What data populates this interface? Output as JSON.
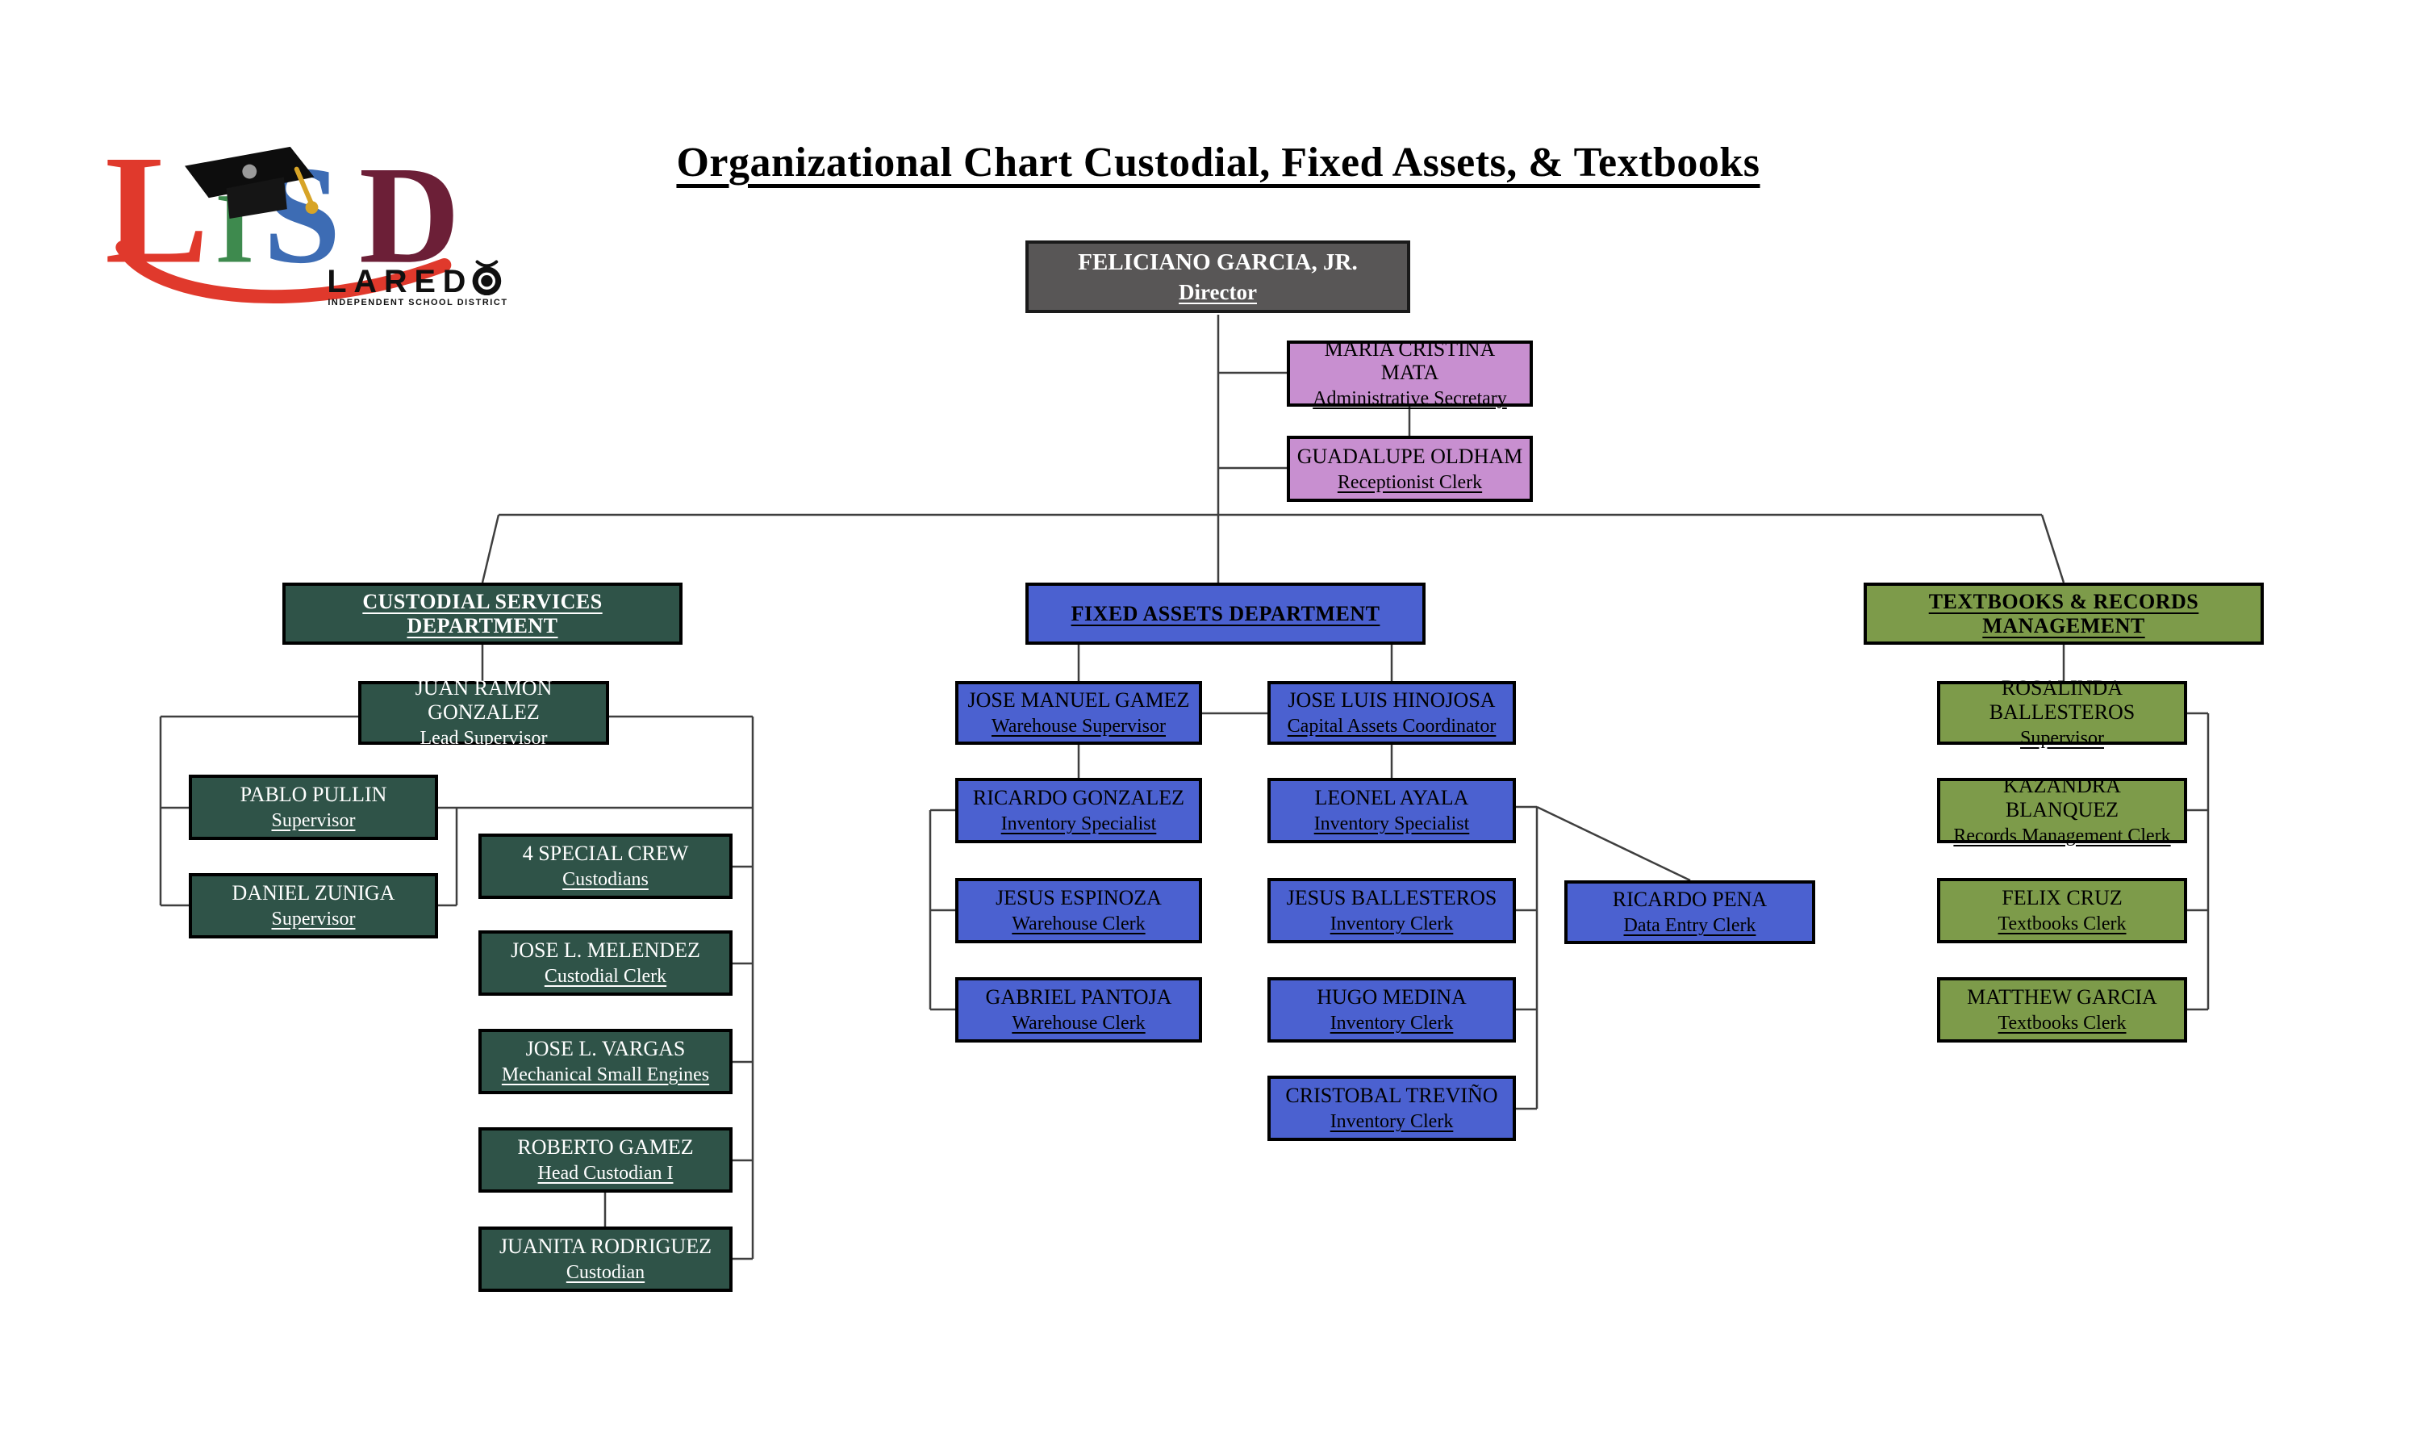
{
  "page_title": "Organizational Chart Custodial, Fixed Assets, & Textbooks",
  "logo": {
    "letters": [
      {
        "ch": "L",
        "color": "#e0392c"
      },
      {
        "ch": "I",
        "color": "#3e8a4e"
      },
      {
        "ch": "S",
        "color": "#3d6cb4"
      },
      {
        "ch": "D",
        "color": "#6c1f37"
      }
    ],
    "wordmark": "LARED",
    "caption": "INDEPENDENT SCHOOL DISTRICT",
    "cap_icon": "graduation-cap",
    "apple_icon": "apple-o"
  },
  "colors": {
    "director_bg": "#585656",
    "secretary_bg": "#c88fd0",
    "custodial_bg": "#2f5348",
    "fixed_assets_bg": "#4b61d0",
    "textbooks_bg": "#7d9b4a",
    "connector_line": "#3f3f3f"
  },
  "departments": {
    "custodial": {
      "label": "CUSTODIAL SERVICES DEPARTMENT"
    },
    "fixed_assets": {
      "label": "FIXED ASSETS DEPARTMENT"
    },
    "textbooks": {
      "label": "TEXTBOOKS & RECORDS MANAGEMENT"
    }
  },
  "nodes": {
    "director": {
      "name": "FELICIANO GARCIA, JR.",
      "title": "Director"
    },
    "mata": {
      "name": "MARIA CRISTINA MATA",
      "title": "Administrative Secretary"
    },
    "oldham": {
      "name": "GUADALUPE OLDHAM",
      "title": "Receptionist Clerk"
    },
    "gonzalez": {
      "name": "JUAN RAMON GONZALEZ",
      "title": "Lead Supervisor"
    },
    "pullin": {
      "name": "PABLO PULLIN",
      "title": "Supervisor"
    },
    "zuniga": {
      "name": "DANIEL ZUNIGA",
      "title": "Supervisor"
    },
    "crew": {
      "name": "4 SPECIAL CREW",
      "title": "Custodians"
    },
    "melendez": {
      "name": "JOSE L. MELENDEZ",
      "title": "Custodial Clerk"
    },
    "vargas": {
      "name": "JOSE L. VARGAS",
      "title": "Mechanical Small Engines"
    },
    "rgamez": {
      "name": "ROBERTO GAMEZ",
      "title": "Head Custodian I"
    },
    "rodriguez": {
      "name": "JUANITA RODRIGUEZ",
      "title": "Custodian"
    },
    "jmgamez": {
      "name": "JOSE MANUEL GAMEZ",
      "title": "Warehouse Supervisor"
    },
    "hinojosa": {
      "name": "JOSE LUIS HINOJOSA",
      "title": "Capital Assets Coordinator"
    },
    "rgonzalez": {
      "name": "RICARDO GONZALEZ",
      "title": "Inventory Specialist"
    },
    "espinoza": {
      "name": "JESUS ESPINOZA",
      "title": "Warehouse Clerk"
    },
    "pantoja": {
      "name": "GABRIEL PANTOJA",
      "title": "Warehouse Clerk"
    },
    "ayala": {
      "name": "LEONEL AYALA",
      "title": "Inventory Specialist"
    },
    "jballesteros": {
      "name": "JESUS BALLESTEROS",
      "title": "Inventory Clerk"
    },
    "medina": {
      "name": "HUGO MEDINA",
      "title": "Inventory Clerk"
    },
    "trevino": {
      "name": "CRISTOBAL TREVIÑO",
      "title": "Inventory Clerk"
    },
    "pena": {
      "name": "RICARDO PENA",
      "title": "Data Entry Clerk"
    },
    "rballesteros": {
      "name": "ROSALINDA BALLESTEROS",
      "title": "Supervisor"
    },
    "blanquez": {
      "name": "KAZANDRA BLANQUEZ",
      "title": "Records Management Clerk"
    },
    "cruz": {
      "name": "FELIX CRUZ",
      "title": "Textbooks Clerk"
    },
    "mgarcia": {
      "name": "MATTHEW GARCIA",
      "title": "Textbooks Clerk"
    }
  }
}
